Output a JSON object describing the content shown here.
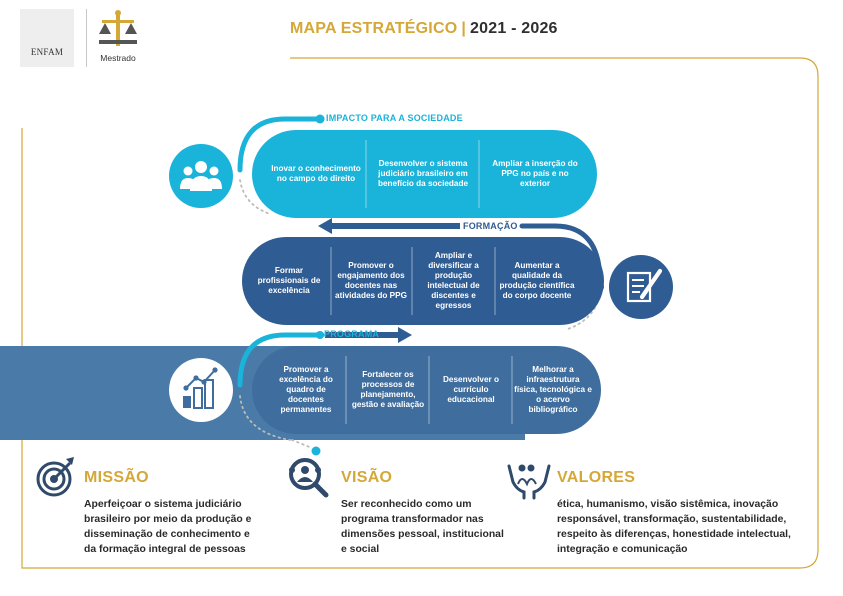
{
  "header": {
    "logo_left_text": "ENFAM",
    "logo_right_text": "Mestrado",
    "title_part1": "MAPA ESTRATÉGICO",
    "title_separator": "|",
    "title_part2": "2021 - 2026"
  },
  "colors": {
    "gold": "#d5a737",
    "light_blue": "#1ab3da",
    "mid_blue": "#2f5c93",
    "steel_blue": "#3f6d9e",
    "band_blue": "#4a7ba8",
    "dark_text": "#2a2a2a"
  },
  "sections": [
    {
      "label": "IMPACTO PARA A SOCIEDADE",
      "icon": "people-group-icon",
      "items": [
        "Inovar o conhecimento no campo do direito",
        "Desenvolver o sistema judiciário brasileiro em benefício da sociedade",
        "Ampliar a inserção do PPG no país e no exterior"
      ]
    },
    {
      "label": "FORMAÇÃO",
      "icon": "document-pen-icon",
      "items": [
        "Formar profissionais de excelência",
        "Promover o engajamento dos docentes nas atividades do PPG",
        "Ampliar e diversificar a produção intelectual de discentes e egressos",
        "Aumentar a qualidade da produção científica do corpo docente"
      ]
    },
    {
      "label": "PROGRAMA",
      "icon": "growth-chart-icon",
      "items": [
        "Promover a excelência do quadro de docentes permanentes",
        "Fortalecer os processos de planejamento, gestão e avaliação",
        "Desenvolver o currículo educacional",
        "Melhorar a infraestrutura física, tecnológica e o acervo bibliográfico"
      ]
    }
  ],
  "bottom": {
    "missao": {
      "title": "MISSÃO",
      "icon": "target-icon",
      "text_lines": [
        "Aperfeiçoar o sistema judiciário",
        "brasileiro por meio da produção e",
        "disseminação de conhecimento e",
        "da formação integral de pessoas"
      ]
    },
    "visao": {
      "title": "VISÃO",
      "icon": "magnifier-people-icon",
      "text_lines": [
        "Ser reconhecido como um",
        "programa transformador nas",
        "dimensões pessoal, institucional",
        "e social"
      ]
    },
    "valores": {
      "title": "VALORES",
      "icon": "hands-people-icon",
      "text_lines": [
        "ética, humanismo, visão sistêmica, inovação",
        "responsável, transformação, sustentabilidade,",
        "respeito às diferenças, honestidade intelectual,",
        "integração e comunicação"
      ]
    }
  }
}
